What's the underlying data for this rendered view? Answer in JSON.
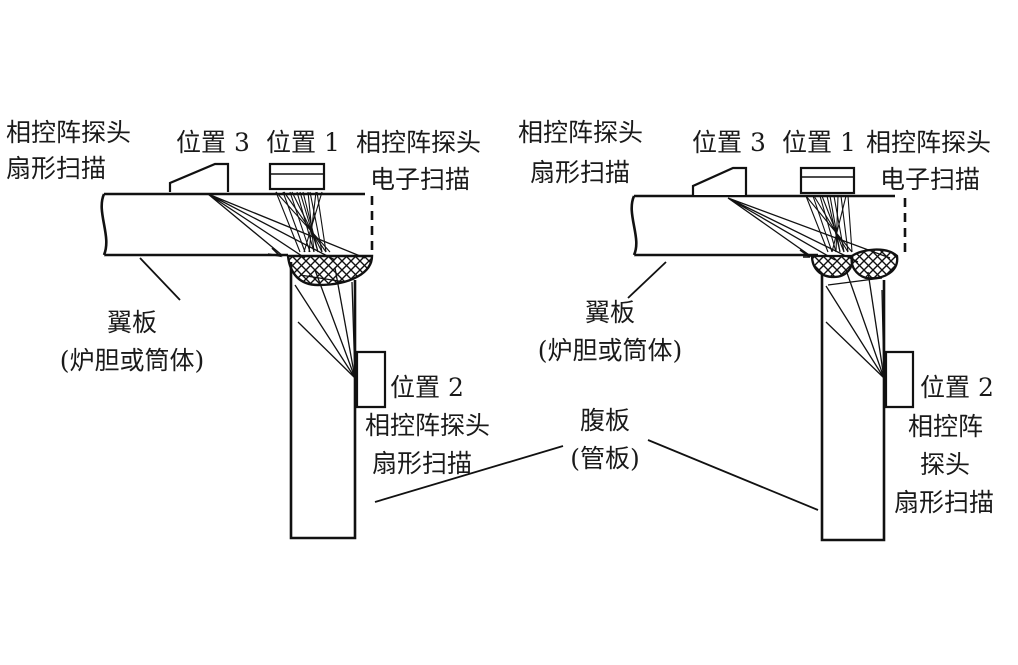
{
  "left": {
    "probe_sector_top": [
      "相控阵探头",
      "扇形扫描"
    ],
    "pos3": "位置 3",
    "pos1": "位置 1",
    "probe_electronic": [
      "相控阵探头",
      "电子扫描"
    ],
    "flange": [
      "翼板",
      "(炉胆或筒体)"
    ],
    "pos2": "位置 2",
    "probe_sector_side": [
      "相控阵探头",
      "扇形扫描"
    ]
  },
  "web_plate": [
    "腹板",
    "(管板)"
  ],
  "right": {
    "probe_sector_top": [
      "相控阵探头",
      "扇形扫描"
    ],
    "pos3": "位置 3",
    "pos1": "位置 1",
    "probe_electronic": [
      "相控阵探头",
      "电子扫描"
    ],
    "flange": [
      "翼板",
      "(炉胆或筒体)"
    ],
    "pos2": "位置 2",
    "probe_sector_side": [
      "相控阵",
      "探头",
      "扇形扫描"
    ]
  }
}
